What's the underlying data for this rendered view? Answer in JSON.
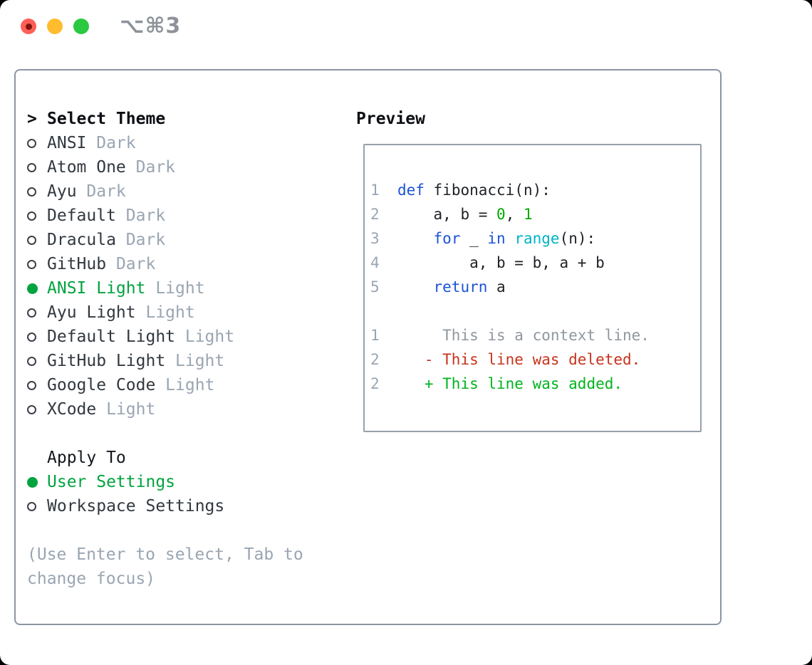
{
  "window": {
    "title": "⌥⌘3"
  },
  "theme_panel": {
    "header": {
      "cursor": ">",
      "label": "Select Theme"
    },
    "themes": [
      {
        "name": "ANSI",
        "variant": "Dark",
        "selected": false
      },
      {
        "name": "Atom One",
        "variant": "Dark",
        "selected": false
      },
      {
        "name": "Ayu",
        "variant": "Dark",
        "selected": false
      },
      {
        "name": "Default",
        "variant": "Dark",
        "selected": false
      },
      {
        "name": "Dracula",
        "variant": "Dark",
        "selected": false
      },
      {
        "name": "GitHub",
        "variant": "Dark",
        "selected": false
      },
      {
        "name": "ANSI Light",
        "variant": "Light",
        "selected": true
      },
      {
        "name": "Ayu Light",
        "variant": "Light",
        "selected": false
      },
      {
        "name": "Default Light",
        "variant": "Light",
        "selected": false
      },
      {
        "name": "GitHub Light",
        "variant": "Light",
        "selected": false
      },
      {
        "name": "Google Code",
        "variant": "Light",
        "selected": false
      },
      {
        "name": "XCode",
        "variant": "Light",
        "selected": false
      }
    ],
    "apply_to": {
      "header": "Apply To",
      "options": [
        {
          "label": "User Settings",
          "selected": true
        },
        {
          "label": "Workspace Settings",
          "selected": false
        }
      ]
    },
    "hint_lines": [
      "(Use Enter to select, Tab to",
      "change focus)"
    ]
  },
  "preview": {
    "header": "Preview",
    "lines": [
      {
        "num": "1",
        "tokens": [
          [
            "plain",
            "  "
          ],
          [
            "kw",
            "def"
          ],
          [
            "plain",
            " fibonacci(n):"
          ]
        ]
      },
      {
        "num": "2",
        "tokens": [
          [
            "plain",
            "      a, b = "
          ],
          [
            "lit",
            "0"
          ],
          [
            "plain",
            ", "
          ],
          [
            "lit",
            "1"
          ]
        ]
      },
      {
        "num": "3",
        "tokens": [
          [
            "plain",
            "      "
          ],
          [
            "kw",
            "for"
          ],
          [
            "plain",
            " _ "
          ],
          [
            "kw",
            "in"
          ],
          [
            "plain",
            " "
          ],
          [
            "fn",
            "range"
          ],
          [
            "plain",
            "(n):"
          ]
        ]
      },
      {
        "num": "4",
        "tokens": [
          [
            "plain",
            "          a, b = b, a + b"
          ]
        ]
      },
      {
        "num": "5",
        "tokens": [
          [
            "plain",
            "      "
          ],
          [
            "kw",
            "return"
          ],
          [
            "plain",
            " a"
          ]
        ]
      },
      {
        "num": "",
        "tokens": []
      },
      {
        "num": "1",
        "tokens": [
          [
            "ctx",
            "       This is a context line."
          ]
        ]
      },
      {
        "num": "2",
        "tokens": [
          [
            "del",
            "     - This line was deleted."
          ]
        ]
      },
      {
        "num": "2",
        "tokens": [
          [
            "add",
            "     + This line was added."
          ]
        ]
      }
    ]
  },
  "colors": {
    "accent_green": "#00a33e",
    "keyword_blue": "#1b52d8",
    "function_cyan": "#00b3c4",
    "literal_green": "#00a800",
    "deleted_red": "#c7331d",
    "added_green": "#00b41f",
    "muted_gray": "#9aa5b2",
    "panel_border": "#8b95a3"
  }
}
